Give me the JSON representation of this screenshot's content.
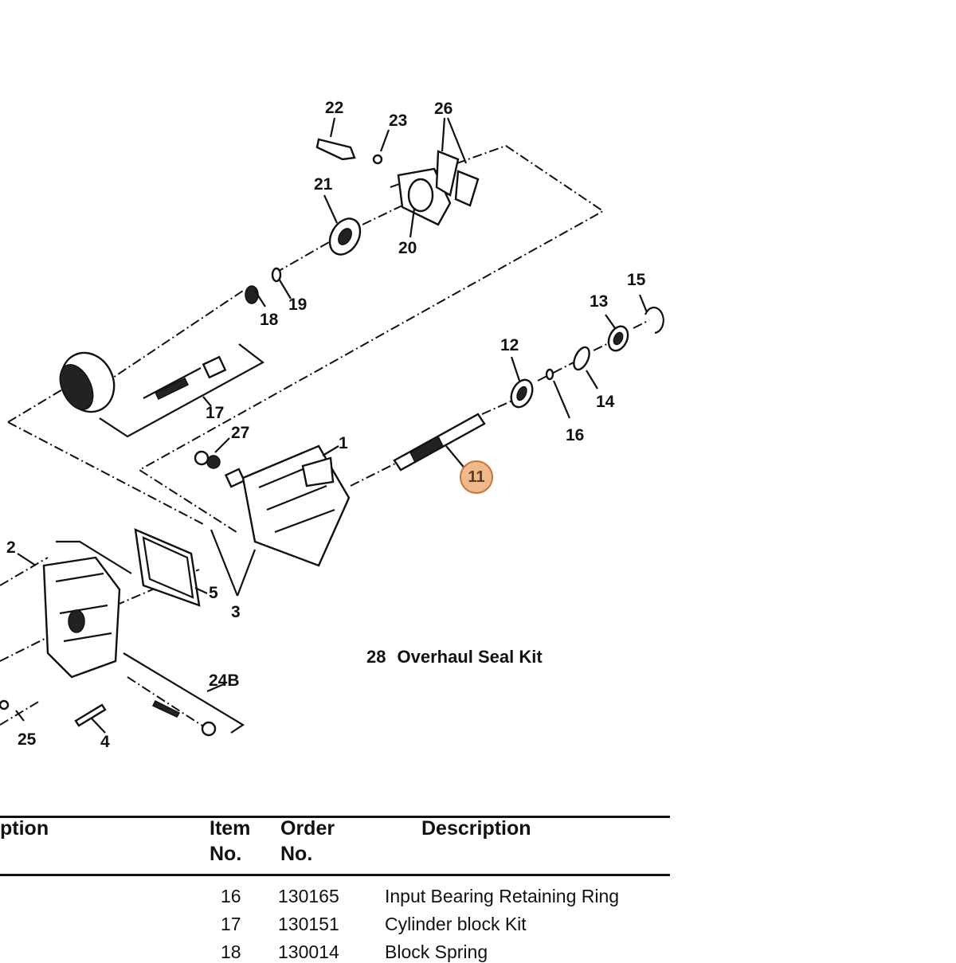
{
  "diagram": {
    "part_labels": [
      "22",
      "23",
      "26",
      "21",
      "20",
      "18",
      "19",
      "15",
      "13",
      "12",
      "14",
      "17",
      "16",
      "27",
      "1",
      "2",
      "5",
      "3",
      "24B",
      "25",
      "4"
    ],
    "callout_label": "11",
    "kit_number": "28",
    "kit_label": "Overhaul Seal Kit"
  },
  "table": {
    "headers": {
      "left_description_fragment": "ption",
      "item_no_line1": "Item",
      "item_no_line2": "No.",
      "order_no_line1": "Order",
      "order_no_line2": "No.",
      "description": "Description"
    },
    "rows": [
      {
        "item": "16",
        "order": "130165",
        "description": "Input Bearing Retaining Ring"
      },
      {
        "item": "17",
        "order": "130151",
        "description": "Cylinder block Kit"
      },
      {
        "item": "18",
        "order": "130014",
        "description": "Block Spring"
      }
    ]
  },
  "colors": {
    "callout_fill": "#f0b98a",
    "callout_border": "#c9733a"
  }
}
